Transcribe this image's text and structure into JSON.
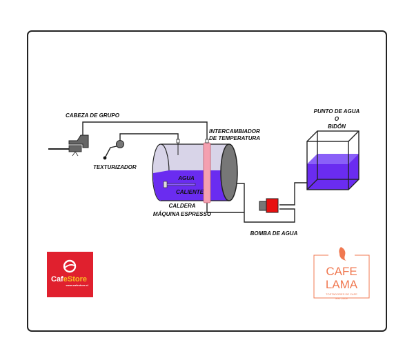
{
  "labels": {
    "group_head": "CABEZA DE GRUPO",
    "steam_wand": "TEXTURIZADOR",
    "heat_exchanger_1": "INTERCAMBIADOR",
    "heat_exchanger_2": "DE TEMPERATURA",
    "water_1": "AGUA",
    "water_2": "CALIENTE",
    "boiler_1": "CALDERA",
    "boiler_2": "MÁQUINA ESPRESSO",
    "pump": "BOMBA DE AGUA",
    "source_1": "PUNTO DE AGUA",
    "source_2": "O",
    "source_3": "BIDÓN"
  },
  "logos": {
    "cafestore": {
      "name_a": "Caf",
      "name_b": "eStore",
      "url": "www.cafestore.cl",
      "color": "#e0202e"
    },
    "cafelama": {
      "line1": "CAFE",
      "line2": "LAMA",
      "tagline": "TOSTADORES DE CAFE",
      "est": "EST.2009",
      "color": "#f07850"
    }
  },
  "colors": {
    "water": "#6a2cf0",
    "exchanger": "#f4a0b0",
    "pump": "#e81010",
    "frame": "#222222"
  }
}
